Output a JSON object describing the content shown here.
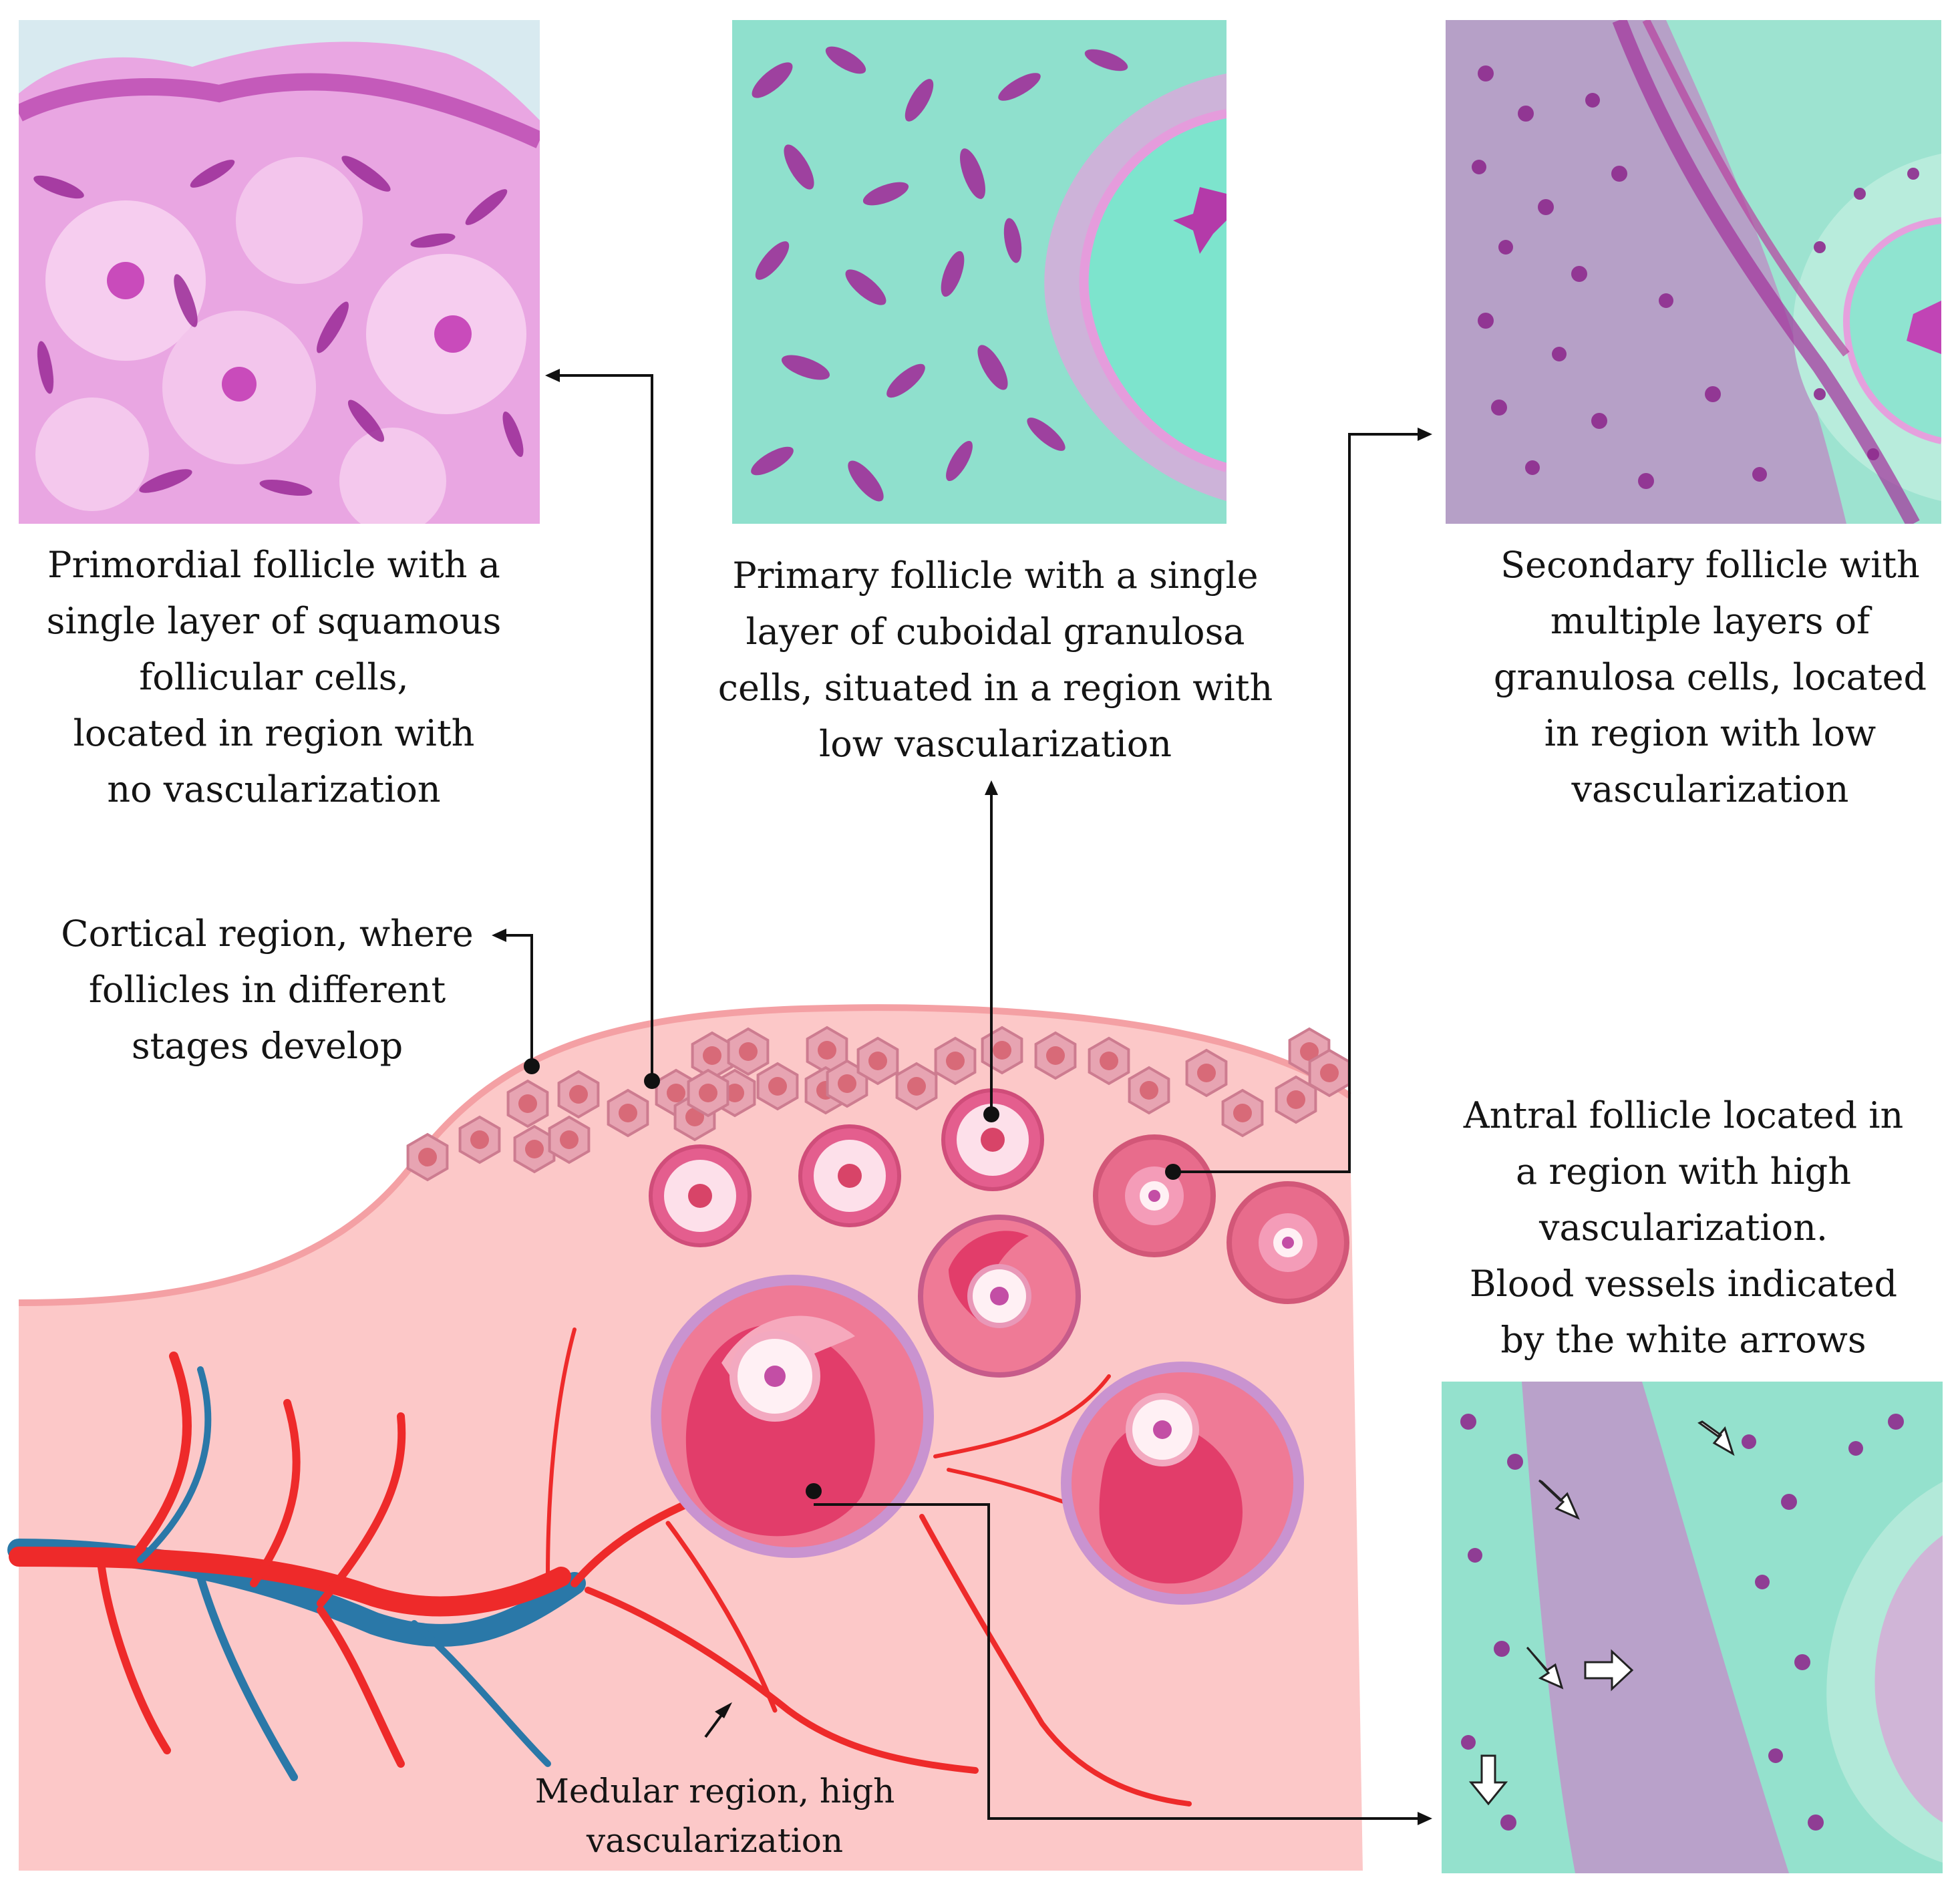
{
  "captions": {
    "primordial": [
      "Primordial follicle with a",
      "single layer of squamous",
      "follicular cells,",
      "located in region with",
      "no vascularization"
    ],
    "primary": [
      "Primary follicle with a single",
      "layer of cuboidal granulosa",
      "cells, situated in a region with",
      "low vascularization"
    ],
    "secondary": [
      "Secondary follicle with",
      "multiple layers of",
      "granulosa cells, located",
      "in region with low",
      "vascularization"
    ],
    "cortical": [
      "Cortical region, where",
      "follicles in different",
      "stages develop"
    ],
    "antral": [
      "Antral follicle located in",
      "a region with high",
      "vascularization.",
      "Blood vessels indicated",
      "by the white arrows"
    ],
    "medular": [
      "Medular region, high",
      "vascularization"
    ]
  },
  "colors": {
    "stain_purple": "#b13aa8",
    "stain_pink": "#e89be0",
    "stain_cyan": "#7fe3cc",
    "tissue_pink": "#fcc8c8",
    "cortex_edge": "#f4a0a4",
    "follicle_red": "#e23d6a",
    "artery": "#ee2a2a",
    "vein": "#2a78a8"
  }
}
